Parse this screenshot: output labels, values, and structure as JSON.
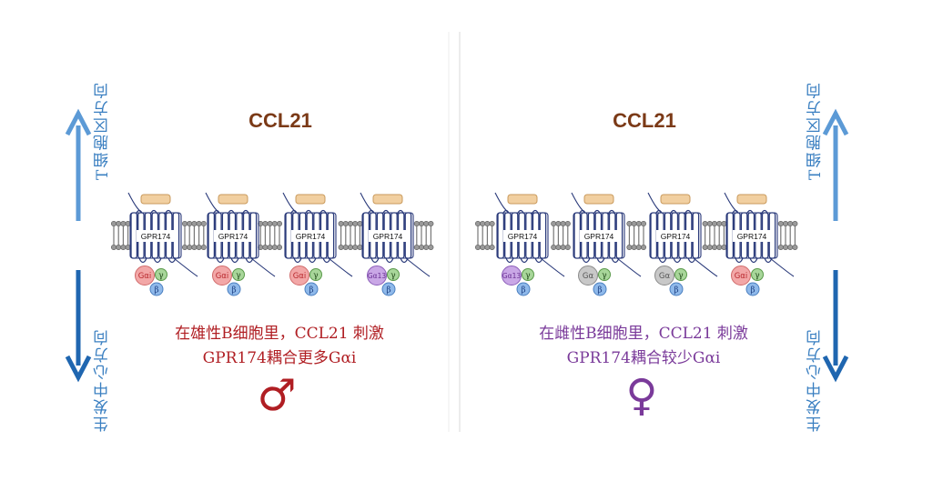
{
  "ligand": "CCL21",
  "receptor": "GPR174",
  "direction_labels": {
    "up": "T细胞区方向",
    "down": "生发中心方向"
  },
  "colors": {
    "arrow": "#3a7fc1",
    "heading": "#7b3a17",
    "male": "#b01e23",
    "female": "#7a3a9a",
    "gai": "#f2a7a7",
    "ga13": "#c9a7e6",
    "ga": "#c8c8c8",
    "gamma": "#a8d69a",
    "beta": "#8fb9ea",
    "ligand_fill": "#f1cfa0"
  },
  "left": {
    "heading": "CCL21",
    "g_alpha": [
      "Gαi",
      "Gαi",
      "Gαi",
      "Gα13"
    ],
    "caption_line1": "在雄性B细胞里，CCL21 刺激",
    "caption_line2": "GPR174耦合更多Gαi",
    "symbol": "♂"
  },
  "right": {
    "heading": "CCL21",
    "g_alpha": [
      "Gα13",
      "Gα",
      "Gα",
      "Gαi"
    ],
    "caption_line1": "在雌性B细胞里，CCL21 刺激",
    "caption_line2": "GPR174耦合较少Gαi",
    "symbol": "♀"
  },
  "subunits": {
    "gamma": "γ",
    "beta": "β"
  }
}
